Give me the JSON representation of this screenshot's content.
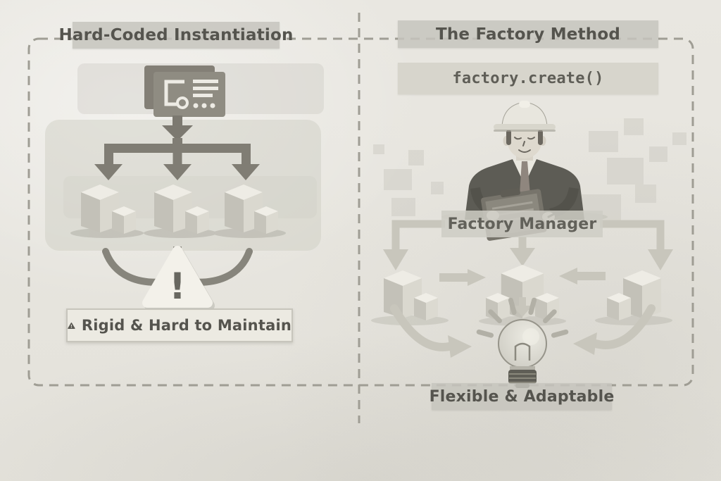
{
  "diagram": {
    "left": {
      "title": "Hard-Coded Instantiation",
      "warning_text": "Rigid & Hard to Maintain",
      "warning_symbol": "!"
    },
    "right": {
      "title": "The Factory Method",
      "code": "factory.create()",
      "manager": "Factory Manager",
      "result": "Flexible & Adaptable"
    },
    "icons": [
      "code-card-icon",
      "down-arrow-icon",
      "branch-arrows",
      "cube-group",
      "warning-triangle-icon",
      "warning-icon",
      "factory-manager-figure",
      "hard-hat-icon",
      "clipboard-icon",
      "lightbulb-icon"
    ],
    "colors": {
      "paper": "#e8e6e0",
      "panel_fill": "#dcdad2",
      "label_bg": "#c9c7c0",
      "code_bg": "#d8d6cd",
      "caution_bg": "#eceae2",
      "ink_dark": "#55544e",
      "arrow_dark": "#807d74",
      "arrow_light": "#c8c6bc",
      "dash_border": "#9f9d94"
    }
  }
}
